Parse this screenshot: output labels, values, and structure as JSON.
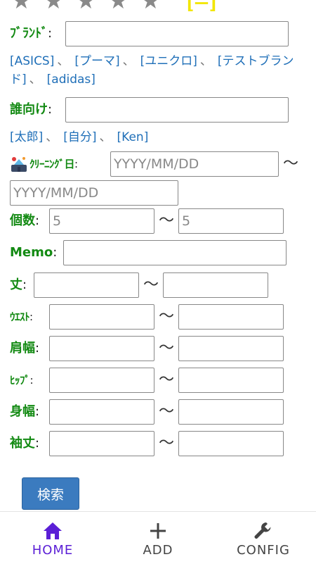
{
  "rating": {
    "clear_label": "[ー]"
  },
  "fields": {
    "brand": {
      "label": "ﾌﾞﾗﾝﾄﾞ",
      "value": "",
      "suggestions": [
        "[ASICS]",
        "[プーマ]",
        "[ユニクロ]",
        "[テストブランド]",
        "[adidas]"
      ]
    },
    "owner": {
      "label": "誰向け",
      "value": "",
      "suggestions": [
        "[太郎]",
        "[自分]",
        "[Ken]"
      ]
    },
    "cleaning_date": {
      "label": "ｸﾘｰﾆﾝｸﾞ日",
      "from_placeholder": "YYYY/MM/DD",
      "to_placeholder": "YYYY/MM/DD"
    },
    "count": {
      "label": "個数",
      "from_value": "5",
      "to_value": "5"
    },
    "memo": {
      "label": "Memo",
      "value": ""
    },
    "length": {
      "label": "丈"
    },
    "waist": {
      "label": "ｳｴｽﾄ"
    },
    "shoulder": {
      "label": "肩幅"
    },
    "hip": {
      "label": "ﾋｯﾌﾟ"
    },
    "body_width": {
      "label": "身幅"
    },
    "sleeve": {
      "label": "袖丈"
    }
  },
  "colon": ":",
  "tilde": "〜",
  "search_button": "検索",
  "nav": {
    "home": {
      "label": "HOME",
      "icon": "home-icon",
      "color": "#5b1fd6"
    },
    "add": {
      "label": "ADD",
      "icon": "plus-icon"
    },
    "config": {
      "label": "CONFIG",
      "icon": "wrench-icon"
    }
  }
}
